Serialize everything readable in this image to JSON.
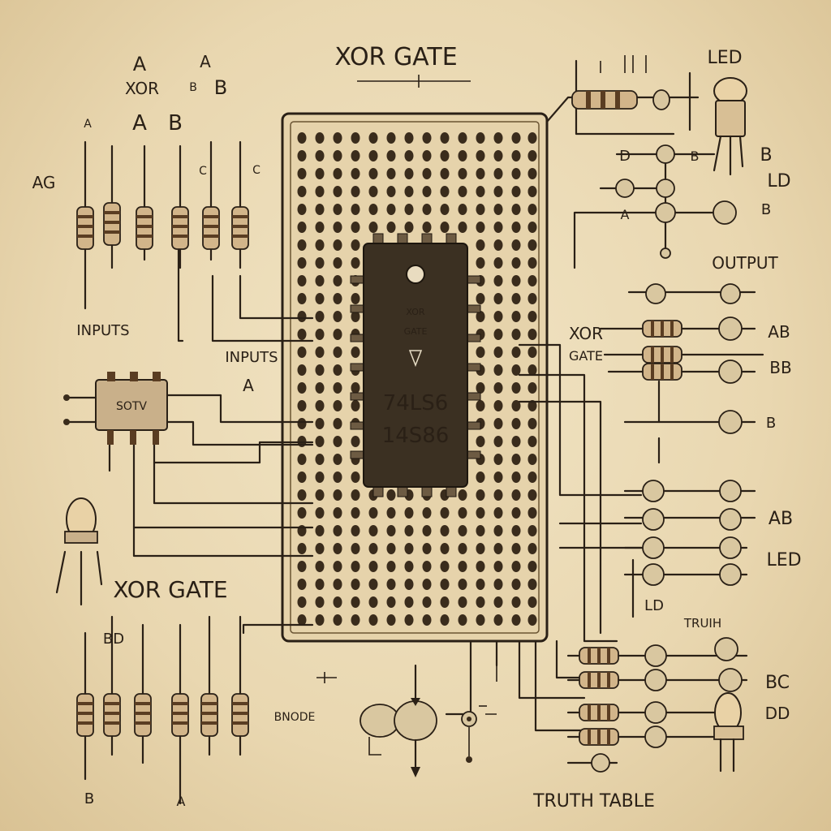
{
  "labels": {
    "title": "XOR GATE",
    "top_a1": "A",
    "top_a2": "A",
    "xor_ab": "XOR",
    "ab_sep": "B",
    "top_b": "B",
    "small_a": "A",
    "a_big": "A",
    "b_big": "B",
    "ag": "AG",
    "c1": "C",
    "c2": "C",
    "inputs_left": "INPUTS",
    "inputs_mid": "INPUTS",
    "inputs_mid_a": "A",
    "xor_gate_bottom": "XOR GATE",
    "bd_top": "BD",
    "bottom_b": "B",
    "bottom_a": "A",
    "bnode": "BNODE",
    "chip_line1": "74LS6",
    "chip_line2": "14S86",
    "chip_tiny1": "XOR",
    "chip_tiny2": "GATE",
    "led_top": "LED",
    "r_d": "D",
    "r_b": "B",
    "r_b1": "B",
    "r_ld1": "LD",
    "r_a": "A",
    "r_b2": "B",
    "output": "OUTPUT",
    "xor_right": "XOR",
    "gate_right": "GATE",
    "r_ab1": "AB",
    "r_bb": "BB",
    "r_b3": "B",
    "r_ab2": "AB",
    "r_led": "LED",
    "r_ld2": "LD",
    "truth": "TRUIH",
    "r_bc": "BC",
    "r_dd": "DD",
    "truth_table": "TRUTH TABLE",
    "ic_label": "SOTV"
  },
  "colors": {
    "ink": "#2a2016",
    "paper": "#ecdcb8",
    "chip": "#3b3022",
    "chip_text": "#f4ecd6"
  }
}
